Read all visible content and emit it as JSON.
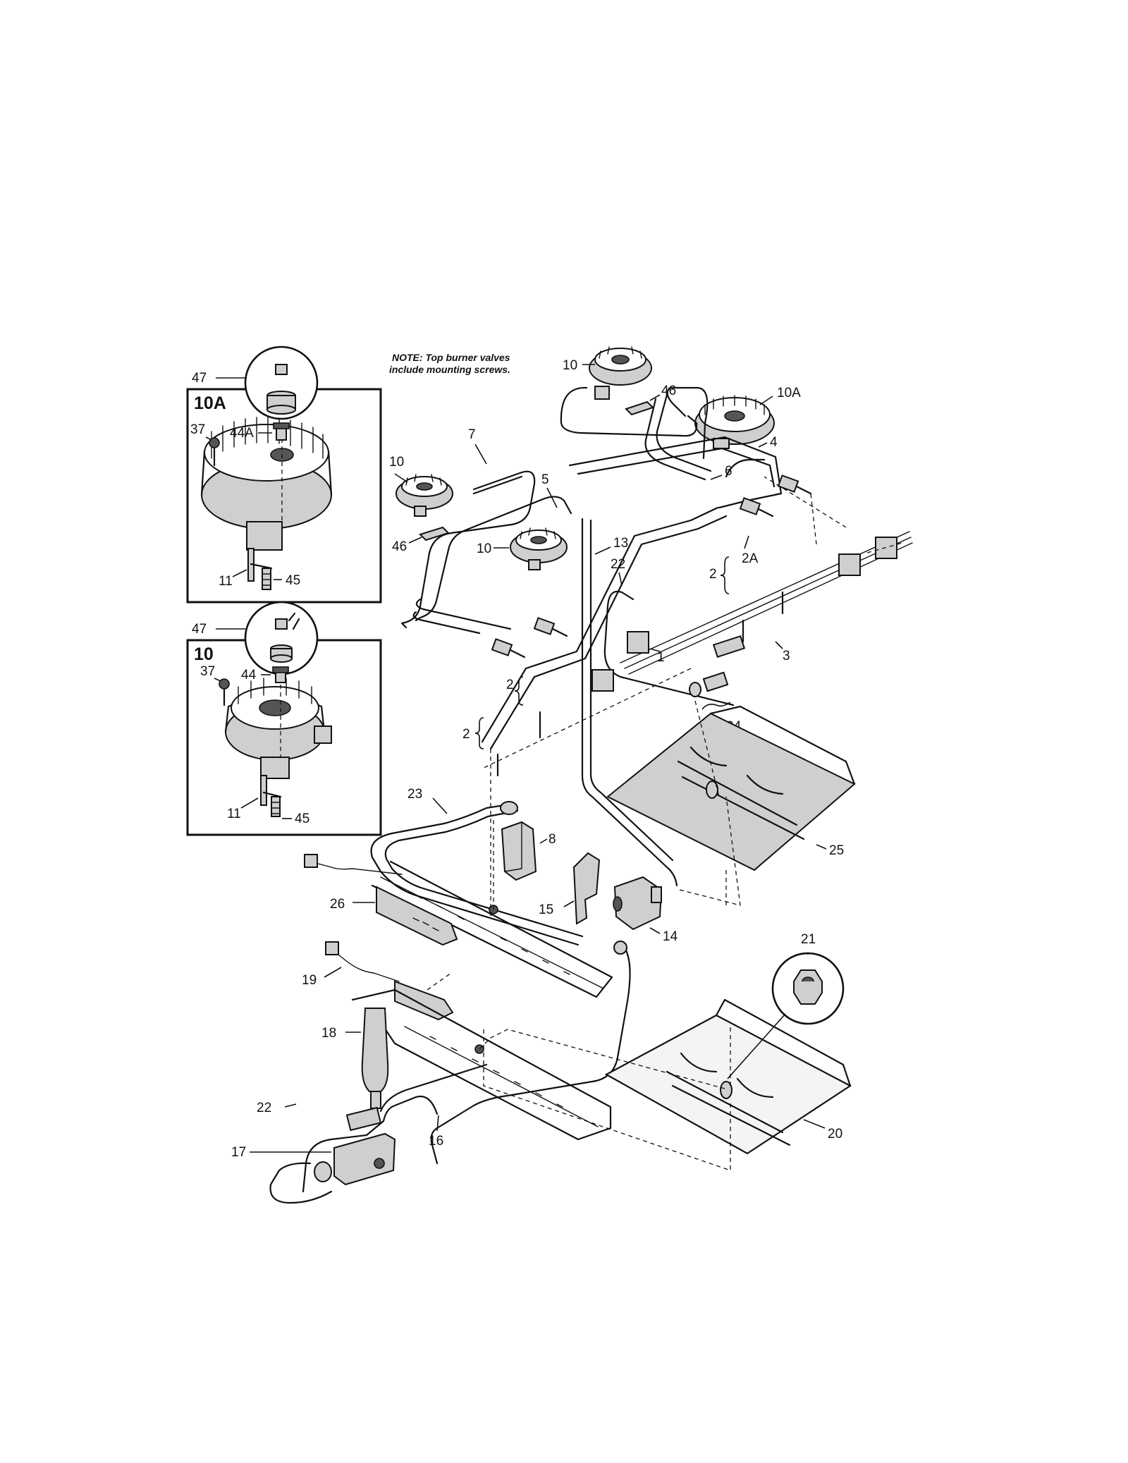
{
  "note": {
    "line1": "NOTE: Top burner valves",
    "line2": "include mounting screws."
  },
  "insets": [
    {
      "title": "10A",
      "callouts": [
        "47",
        "37",
        "44A",
        "11",
        "45"
      ]
    },
    {
      "title": "10",
      "callouts": [
        "47",
        "37",
        "44",
        "11",
        "45"
      ]
    }
  ],
  "callouts": {
    "burner_left": "10",
    "burner_mid": "10",
    "burner_top": "10",
    "burner_large": "10A",
    "tube_7": "7",
    "tube_5": "5",
    "tube_13": "13",
    "tube_22_upper": "22",
    "tube_4": "4",
    "tube_6": "6",
    "bracket_46_left": "46",
    "bracket_46_top": "46",
    "valve_2a": "2A",
    "valve_2_left": "2",
    "valve_2_mid": "2",
    "valve_2_right": "2",
    "manifold_1": "1",
    "wire_3": "3",
    "fitting_24": "24",
    "shield_25": "25",
    "tube_23": "23",
    "module_8": "8",
    "bracket_15": "15",
    "regulator_14": "14",
    "igniter_26": "26",
    "igniter_19": "19",
    "tube_18": "18",
    "nut_21": "21",
    "tube_22_lower": "22",
    "tube_16": "16",
    "valve_17": "17",
    "shield_20": "20"
  }
}
